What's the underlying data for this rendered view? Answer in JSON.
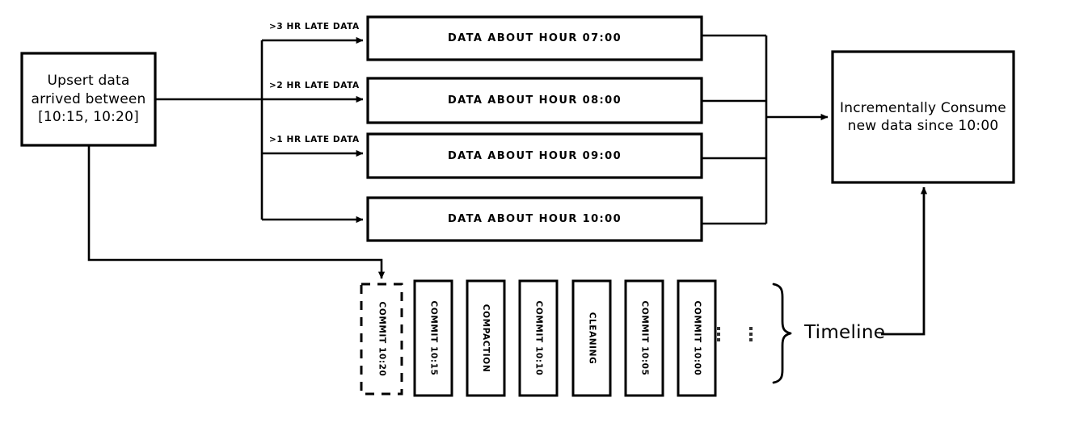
{
  "diagram": {
    "title": "Hudi incremental consumption timeline diagram",
    "stroke_color": "#000000",
    "background_color": "#ffffff"
  },
  "source_box": {
    "lines": [
      "Upsert data",
      "arrived between",
      "[10:15, 10:20]"
    ]
  },
  "arrow_labels": [
    {
      "text": ">3 HR LATE DATA"
    },
    {
      "text": ">2 HR LATE DATA"
    },
    {
      "text": ">1 HR LATE DATA"
    }
  ],
  "hour_boxes": [
    {
      "label": "DATA ABOUT HOUR 07:00"
    },
    {
      "label": "DATA ABOUT HOUR 08:00"
    },
    {
      "label": "DATA ABOUT HOUR 09:00"
    },
    {
      "label": "DATA ABOUT HOUR 10:00"
    }
  ],
  "consume_box": {
    "lines": [
      "Incrementally Consume",
      "new data since 10:00"
    ]
  },
  "timeline": {
    "label": "Timeline",
    "ellipsis": [
      "⋮",
      "⋮"
    ],
    "commits": [
      {
        "label": "COMMIT 10:20",
        "style": "dashed"
      },
      {
        "label": "COMMIT 10:15",
        "style": "solid"
      },
      {
        "label": "COMPACTION",
        "style": "solid"
      },
      {
        "label": "COMMIT 10:10",
        "style": "solid"
      },
      {
        "label": "CLEANING",
        "style": "solid"
      },
      {
        "label": "COMMIT 10:05",
        "style": "solid"
      },
      {
        "label": "COMMIT 10:00",
        "style": "solid"
      }
    ]
  }
}
